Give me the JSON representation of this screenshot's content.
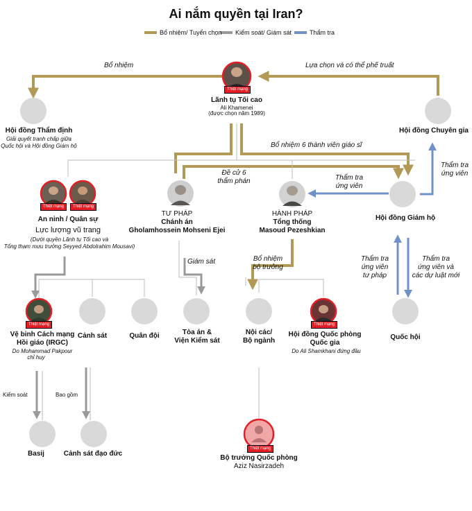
{
  "title": "Ai nắm quyền tại Iran?",
  "legend": {
    "appoint": "Bổ nhiệm/ Tuyển chọn",
    "control": "Kiểm soát/ Giám sát",
    "vet": "Thẩm tra"
  },
  "colors": {
    "appoint": "#b29a56",
    "control": "#9a9a9a",
    "vet": "#6f91c8",
    "killed": "#e31e24",
    "node": "#d9d9d9"
  },
  "nodes": {
    "leader": {
      "name": "Lãnh tụ Tối cao",
      "person": "Ali Khamenei",
      "note": "(được chọn năm 1989)",
      "badge": "Thiệt mạng"
    },
    "expediency": {
      "name": "Hội đồng Thẩm định",
      "desc1": "Giải quyết tranh chấp giữa",
      "desc2": "Quốc hội và Hội đồng Giám hộ"
    },
    "experts": {
      "name": "Hội đồng Chuyên gia"
    },
    "security": {
      "name": "An ninh / Quân sự",
      "sub": "Lực lượng vũ trang",
      "desc1": "(Dưới quyền Lãnh tụ Tối cao và",
      "desc2": "Tổng tham mưu trưởng Seyyed Abdolrahim Mousavi)",
      "badge1": "Thiệt mạng",
      "badge2": "Thiệt mạng"
    },
    "judiciary": {
      "branch": "TƯ PHÁP",
      "name1": "Chánh án",
      "name2": "Gholamhossein Mohseni Ejei"
    },
    "executive": {
      "branch": "HÀNH PHÁP",
      "name1": "Tổng thống",
      "name2": "Masoud Pezeshkian"
    },
    "guardian": {
      "name": "Hội đồng Giám hộ"
    },
    "irgc": {
      "name1": "Vệ binh Cách mạng",
      "name2": "Hồi giáo (IRGC)",
      "desc1": "Do Mohammad Pakpour",
      "desc2": "chỉ huy",
      "badge": "Thiệt mạng"
    },
    "police": {
      "name": "Cảnh sát"
    },
    "army": {
      "name": "Quân đội"
    },
    "courts": {
      "name1": "Tòa án &",
      "name2": "Viện Kiểm sát"
    },
    "cabinet": {
      "name1": "Nội các/",
      "name2": "Bộ ngành"
    },
    "nsc": {
      "name1": "Hội đồng Quốc phòng",
      "name2": "Quốc gia",
      "desc": "Do Ali Shamkhani đứng đầu",
      "badge": "Thiệt mạng"
    },
    "parliament": {
      "name": "Quốc hội"
    },
    "basij": {
      "name": "Basij"
    },
    "morality": {
      "name": "Cảnh sát đạo đức"
    },
    "defmin": {
      "name": "Bộ trưởng Quốc phòng",
      "person": "Aziz Nasirzadeh",
      "badge": "Thiệt mạng"
    }
  },
  "edge_labels": {
    "appoint_left": "Bổ nhiệm",
    "select_dismiss": "Lựa chọn và có thể phế truất",
    "appoint_six": "Bổ nhiệm 6 thành viên giáo sĩ",
    "nominate1": "Đề cử 6",
    "nominate2": "thẩm phán",
    "vet_candidates1": "Thẩm tra",
    "vet_candidates2": "ứng viên",
    "vet_up1": "Thẩm tra",
    "vet_up2": "ứng viên",
    "supervise": "Giám sát",
    "appoint_min1": "Bổ nhiệm",
    "appoint_min2": "bộ trưởng",
    "vet_jud1": "Thẩm tra",
    "vet_jud2": "ứng viên",
    "vet_jud3": "tư pháp",
    "vet_laws1": "Thẩm tra",
    "vet_laws2": "ứng viên và",
    "vet_laws3": "các dự luật mới",
    "control": "Kiểm soát",
    "includes": "Bao gồm"
  }
}
